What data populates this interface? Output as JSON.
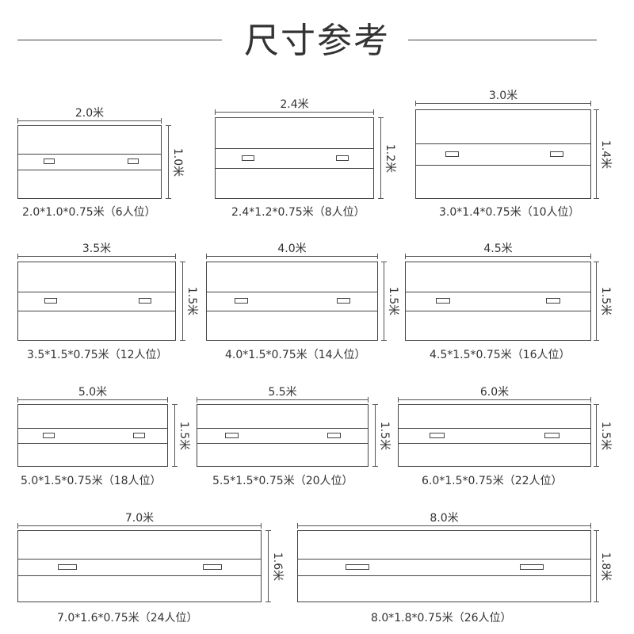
{
  "title": "尺寸参考",
  "tables": [
    {
      "width": "2.0米",
      "height": "1.0米",
      "caption": "2.0*1.0*0.75米（6人位）"
    },
    {
      "width": "2.4米",
      "height": "1.2米",
      "caption": "2.4*1.2*0.75米（8人位）"
    },
    {
      "width": "3.0米",
      "height": "1.4米",
      "caption": "3.0*1.4*0.75米（10人位）"
    },
    {
      "width": "3.5米",
      "height": "1.5米",
      "caption": "3.5*1.5*0.75米（12人位）"
    },
    {
      "width": "4.0米",
      "height": "1.5米",
      "caption": "4.0*1.5*0.75米（14人位）"
    },
    {
      "width": "4.5米",
      "height": "1.5米",
      "caption": "4.5*1.5*0.75米（16人位）"
    },
    {
      "width": "5.0米",
      "height": "1.5米",
      "caption": "5.0*1.5*0.75米（18人位）"
    },
    {
      "width": "5.5米",
      "height": "1.5米",
      "caption": "5.5*1.5*0.75米（20人位）"
    },
    {
      "width": "6.0米",
      "height": "1.5米",
      "caption": "6.0*1.5*0.75米（22人位）"
    },
    {
      "width": "7.0米",
      "height": "1.6米",
      "caption": "7.0*1.6*0.75米（24人位）"
    },
    {
      "width": "8.0米",
      "height": "1.8米",
      "caption": "8.0*1.8*0.75米（26人位）"
    }
  ]
}
